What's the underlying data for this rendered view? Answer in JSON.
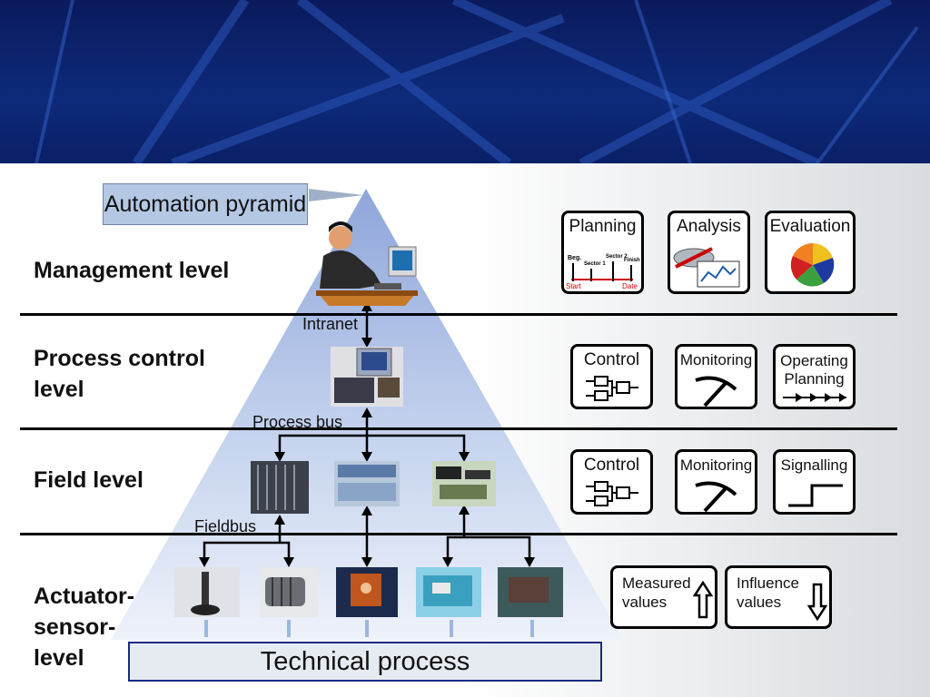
{
  "title": "Automation pyramid",
  "levels": [
    {
      "label": "Management level"
    },
    {
      "label_line1": "Process control",
      "label_line2": "level"
    },
    {
      "label": "Field level"
    },
    {
      "label_line1": "Actuator-",
      "label_line2": "sensor-",
      "label_line3": "level"
    }
  ],
  "connections": {
    "intranet": "Intranet",
    "process_bus": "Process bus",
    "fieldbus": "Fieldbus"
  },
  "technical_process": "Technical process",
  "functions": {
    "management": [
      {
        "label": "Planning",
        "icon": "timeline-icon",
        "mini_labels": [
          "Beg.",
          "Sector 1",
          "Sector 2",
          "Finish"
        ],
        "mini_ends": [
          "Start",
          "Date"
        ]
      },
      {
        "label": "Analysis",
        "icon": "analysis-chart-icon"
      },
      {
        "label": "Evaluation",
        "icon": "pie-chart-icon"
      }
    ],
    "process_control": [
      {
        "label": "Control",
        "icon": "control-blocks-icon"
      },
      {
        "label": "Monitoring",
        "icon": "pickaxe-icon"
      },
      {
        "label_line1": "Operating",
        "label_line2": "Planning",
        "icon": "arrows-row-icon"
      }
    ],
    "field": [
      {
        "label": "Control",
        "icon": "control-blocks-icon"
      },
      {
        "label": "Monitoring",
        "icon": "pickaxe-icon"
      },
      {
        "label": "Signalling",
        "icon": "step-signal-icon"
      }
    ],
    "actuator_sensor": [
      {
        "label_line1": "Measured",
        "label_line2": "values",
        "icon": "arrow-up-icon"
      },
      {
        "label_line1": "Influence",
        "label_line2": "values",
        "icon": "arrow-down-icon"
      }
    ]
  },
  "colors": {
    "banner": "#0a1a5c",
    "pyramid_top": "#9fb3e0",
    "pyramid_bottom": "#e8eef8",
    "title_box": "#b4c8e4",
    "process_box_border": "#1a2a80",
    "function_box_border": "#000000",
    "accent_red": "#cc0000"
  }
}
